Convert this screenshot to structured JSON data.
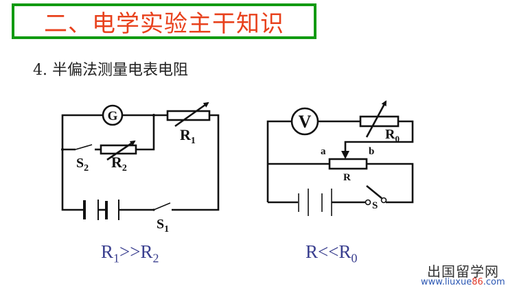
{
  "title": "二、电学实验主干知识",
  "subtitle": "4. 半偏法测量电表电阻",
  "colors": {
    "title_border": "#119a11",
    "title_text": "#e8411c",
    "condition_text": "#3a3f8f",
    "watermark_url": "#2b57b3",
    "watermark_highlight": "#e03b2c"
  },
  "circuit_left": {
    "galvanometer": "G",
    "r1_label": "R",
    "r1_sub": "1",
    "r2_label": "R",
    "r2_sub": "2",
    "s1_label": "S",
    "s1_sub": "1",
    "s2_label": "S",
    "s2_sub": "2",
    "condition": {
      "a": "R",
      "a_sub": "1",
      "op": ">>",
      "b": "R",
      "b_sub": "2"
    }
  },
  "circuit_right": {
    "voltmeter": "V",
    "r0_label": "R",
    "r0_sub": "0",
    "r_label": "R",
    "a_label": "a",
    "b_label": "b",
    "s_label": "S",
    "condition": {
      "a": "R",
      "op": "<<",
      "b": "R",
      "b_sub": "0"
    }
  },
  "watermark": {
    "cn": "出国留学网",
    "url_prefix": "www.liuxue",
    "url_highlight": "86",
    "url_suffix": ".com"
  }
}
